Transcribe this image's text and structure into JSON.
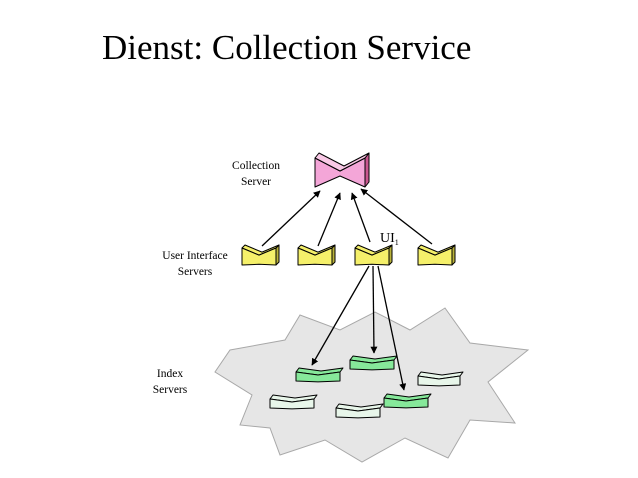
{
  "title": "Dienst: Collection Service",
  "labels": {
    "collection_server": [
      "Collection",
      "Server"
    ],
    "ui_servers": [
      "User Interface",
      "Servers"
    ],
    "index_servers": [
      "Index",
      "Servers"
    ],
    "ui1": {
      "text": "UI",
      "sub": "1"
    }
  },
  "colors": {
    "collection_server": "#f4a6d8",
    "ui_server": "#f5f06a",
    "index_server": "#86e89a",
    "index_server_pale": "#e8f6ea",
    "starburst_fill": "#e6e6e6",
    "starburst_stroke": "#a8a8a8",
    "line": "#000000"
  }
}
